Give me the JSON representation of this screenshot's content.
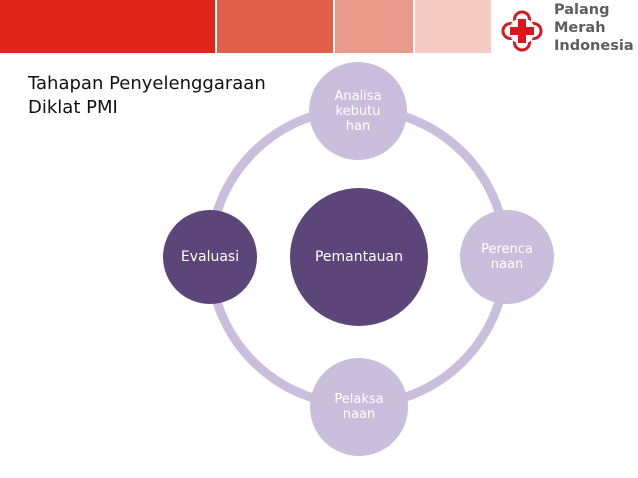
{
  "header": {
    "colors": [
      "#dd2619",
      "#e0604a",
      "#ea9a8b",
      "#f4cac3"
    ]
  },
  "logo": {
    "icon": "red-cross-flower-icon",
    "line1": "Palang",
    "line2": "Merah",
    "line3": "Indonesia",
    "colors": {
      "cross": "#d7191c",
      "text": "#5e5e5e"
    }
  },
  "title": {
    "line1": "Tahapan Penyelenggaraan",
    "line2": "Diklat PMI"
  },
  "diagram": {
    "colors": {
      "ring": "#c9bedb",
      "light_node": "#c9bedb",
      "dark_node": "#5c4579",
      "center_node": "#5c4579"
    },
    "nodes": {
      "top": "Analisa\nkebutu\nhan",
      "right": "Perenca\nnaan",
      "bottom": "Pelaksa\nnaan",
      "left": "Evaluasi",
      "center": "Pemantauan"
    }
  }
}
